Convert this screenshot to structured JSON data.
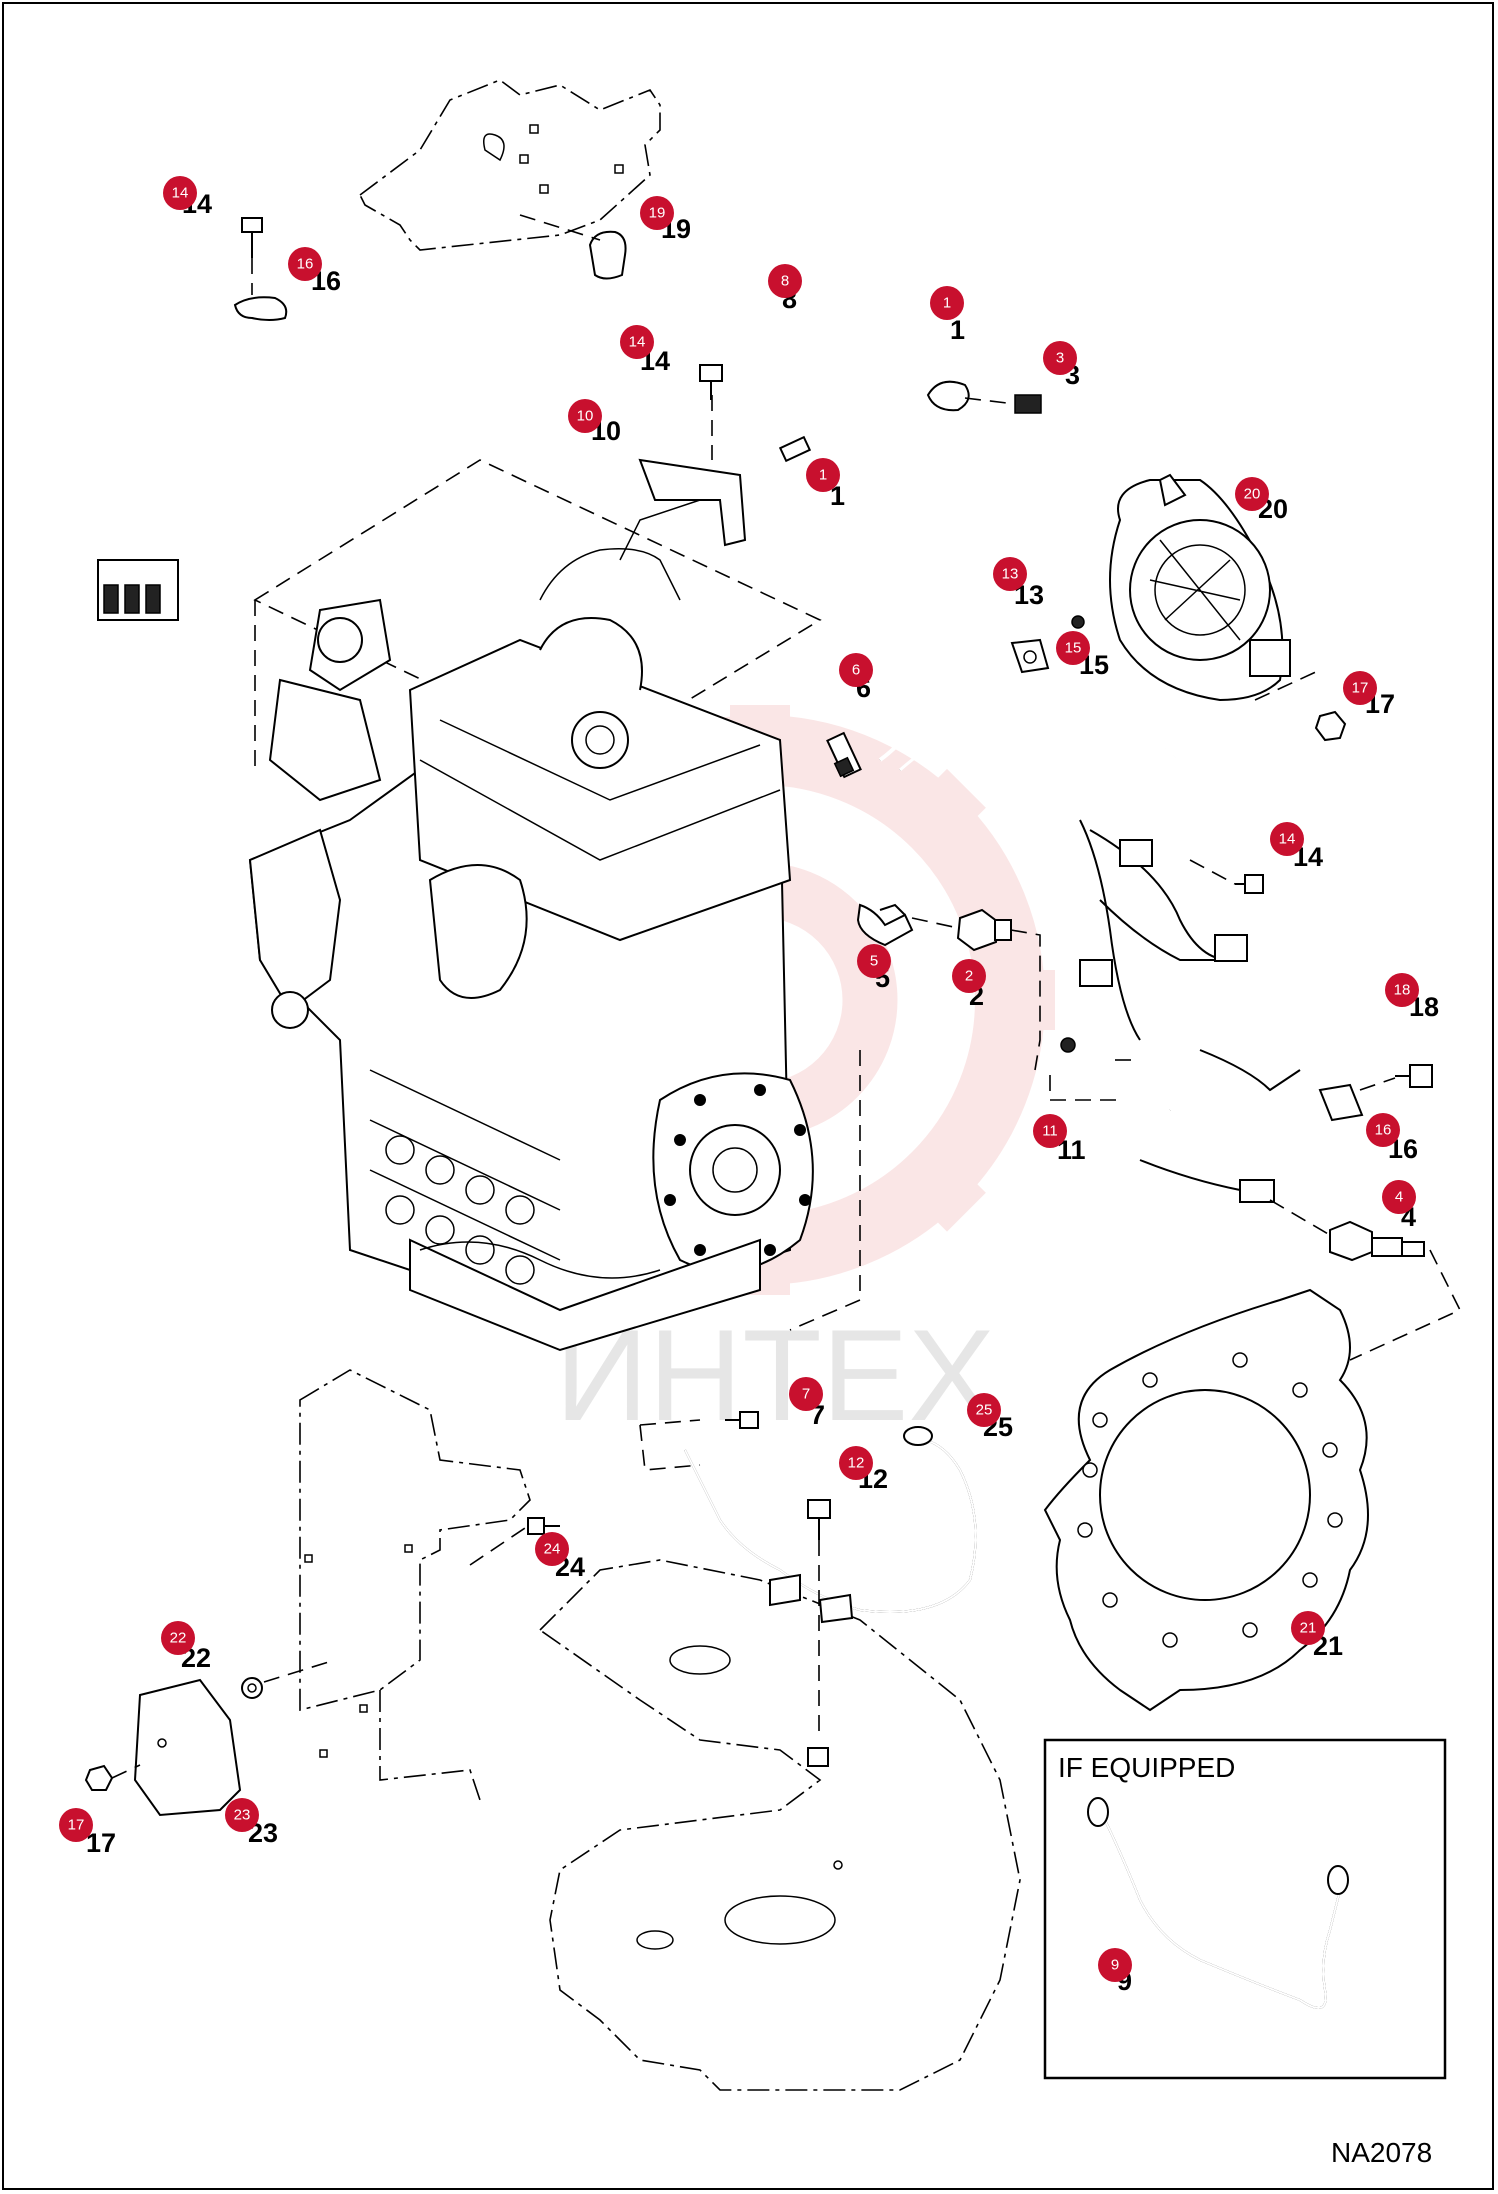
{
  "figure": {
    "id_label": "NA2078",
    "inset_label": "IF EQUIPPED",
    "watermark_text": "ИНТЕХ"
  },
  "colors": {
    "callout_fill": "#c8102e",
    "line": "#000000",
    "watermark": "#f2b8b8"
  },
  "callouts": [
    {
      "key": "c14a",
      "badge": "14",
      "label": "14"
    },
    {
      "key": "c19",
      "badge": "19",
      "label": "19"
    },
    {
      "key": "c16a",
      "badge": "16",
      "label": "16"
    },
    {
      "key": "c8",
      "badge": "8",
      "label": "8"
    },
    {
      "key": "c1a",
      "badge": "1",
      "label": "1"
    },
    {
      "key": "c3",
      "badge": "3",
      "label": "3"
    },
    {
      "key": "c14b",
      "badge": "14",
      "label": "14"
    },
    {
      "key": "c10",
      "badge": "10",
      "label": "10"
    },
    {
      "key": "c1b",
      "badge": "1",
      "label": "1"
    },
    {
      "key": "c20",
      "badge": "20",
      "label": "20"
    },
    {
      "key": "c13",
      "badge": "13",
      "label": "13"
    },
    {
      "key": "c15",
      "badge": "15",
      "label": "15"
    },
    {
      "key": "c6",
      "badge": "6",
      "label": "6"
    },
    {
      "key": "c17a",
      "badge": "17",
      "label": "17"
    },
    {
      "key": "c14c",
      "badge": "14",
      "label": "14"
    },
    {
      "key": "c5",
      "badge": "5",
      "label": "5"
    },
    {
      "key": "c2",
      "badge": "2",
      "label": "2"
    },
    {
      "key": "c18",
      "badge": "18",
      "label": "18"
    },
    {
      "key": "c11",
      "badge": "11",
      "label": "11"
    },
    {
      "key": "c16b",
      "badge": "16",
      "label": "16"
    },
    {
      "key": "c4",
      "badge": "4",
      "label": "4"
    },
    {
      "key": "c7",
      "badge": "7",
      "label": "7"
    },
    {
      "key": "c25",
      "badge": "25",
      "label": "25"
    },
    {
      "key": "c12",
      "badge": "12",
      "label": "12"
    },
    {
      "key": "c24",
      "badge": "24",
      "label": "24"
    },
    {
      "key": "c22",
      "badge": "22",
      "label": "22"
    },
    {
      "key": "c21",
      "badge": "21",
      "label": "21"
    },
    {
      "key": "c17b",
      "badge": "17",
      "label": "17"
    },
    {
      "key": "c23",
      "badge": "23",
      "label": "23"
    },
    {
      "key": "c9",
      "badge": "9",
      "label": "9"
    }
  ]
}
